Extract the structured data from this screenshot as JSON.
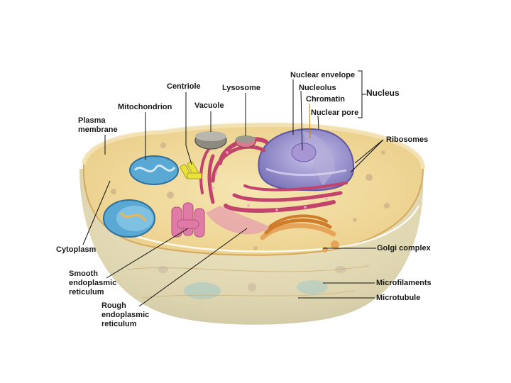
{
  "labels": {
    "nuclear_envelope": "Nuclear envelope",
    "nucleolus": "Nucleolus",
    "chromatin": "Chromatin",
    "nuclear_pore": "Nuclear pore",
    "nucleus": "Nucleus",
    "centriole": "Centriole",
    "lysosome": "Lysosome",
    "vacuole": "Vacuole",
    "mitochondrion": "Mitochondrion",
    "plasma_membrane": "Plasma membrane",
    "ribosomes": "Ribosomes",
    "cytoplasm": "Cytoplasm",
    "golgi_complex": "Golgi complex",
    "smooth_er": "Smooth endoplasmic reticulum",
    "microfilaments": "Microfilaments",
    "microtubule": "Microtubule",
    "rough_er": "Rough endoplasmic reticulum"
  },
  "colors": {
    "cytoplasm_top": "#f1dca0",
    "cell_body": "#ddd2a6",
    "membrane": "#e6b86a",
    "nucleus": "#8d86c9",
    "mitochondria": "#5aa9d4",
    "rough_er": "#c2436b",
    "smooth_er": "#e07aa6",
    "golgi": "#e0923a",
    "centriole": "#e8e23a"
  }
}
